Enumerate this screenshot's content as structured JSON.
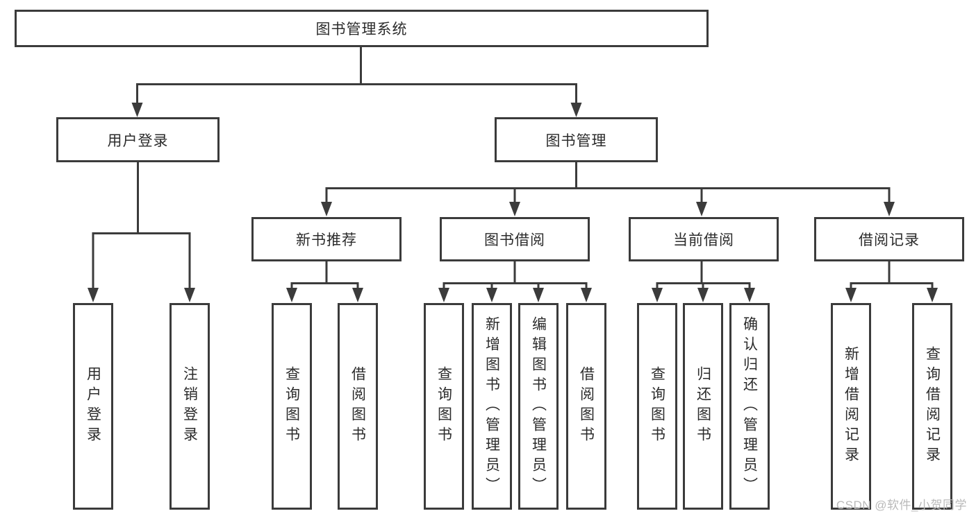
{
  "diagram": {
    "root": "图书管理系统",
    "branches": [
      {
        "label": "用户登录",
        "children": [
          "用户登录",
          "注销登录"
        ]
      },
      {
        "label": "图书管理",
        "groups": [
          {
            "label": "新书推荐",
            "children": [
              "查询图书",
              "借阅图书"
            ]
          },
          {
            "label": "图书借阅",
            "children": [
              "查询图书",
              "新增图书（管理员）",
              "编辑图书（管理员）",
              "借阅图书"
            ]
          },
          {
            "label": "当前借阅",
            "children": [
              "查询图书",
              "归还图书",
              "确认归还（管理员）"
            ]
          },
          {
            "label": "借阅记录",
            "children": [
              "新增借阅记录",
              "查询借阅记录"
            ]
          }
        ]
      }
    ]
  },
  "watermark": "CSDN @软件_小贺同学",
  "colors": {
    "line": "#3b3b3b",
    "text": "#2b2b2b",
    "watermark": "#b9b9b9",
    "background": "#ffffff"
  }
}
